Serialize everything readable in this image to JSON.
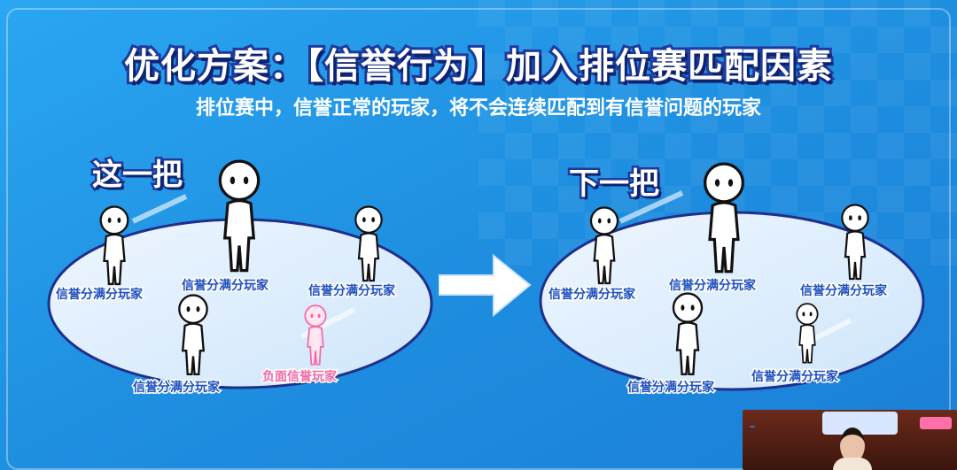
{
  "title": "优化方案：【信誉行为】加入排位赛匹配因素",
  "subtitle": "排位赛中，信誉正常的玩家，将不会连续匹配到有信誉问题的玩家",
  "left_group": {
    "label": "这一把",
    "players": [
      {
        "label": "信誉分满分玩家",
        "type": "normal"
      },
      {
        "label": "信誉分满分玩家",
        "type": "normal"
      },
      {
        "label": "信誉分满分玩家",
        "type": "normal"
      },
      {
        "label": "信誉分满分玩家",
        "type": "normal"
      },
      {
        "label": "负面信誉玩家",
        "type": "negative"
      }
    ]
  },
  "right_group": {
    "label": "下一把",
    "players": [
      {
        "label": "信誉分满分玩家",
        "type": "normal"
      },
      {
        "label": "信誉分满分玩家",
        "type": "normal"
      },
      {
        "label": "信誉分满分玩家",
        "type": "normal"
      },
      {
        "label": "信誉分满分玩家",
        "type": "normal"
      },
      {
        "label": "信誉分满分玩家",
        "type": "normal"
      }
    ]
  },
  "colors": {
    "background": "#1f8fe0",
    "title_stroke": "#1e3a9a",
    "ellipse_border": "#1e2f8c",
    "label_blue": "#1d4fbf",
    "label_pink": "#f06aa8"
  }
}
